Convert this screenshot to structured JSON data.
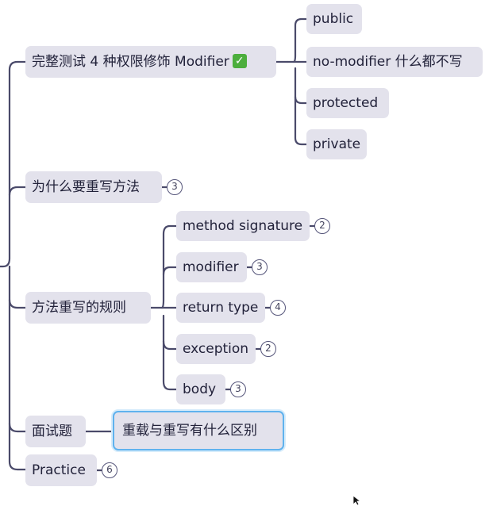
{
  "colors": {
    "connector": "#4a4a6a",
    "node_bg": "#e3e2ec",
    "selected_border": "#5fb2ee",
    "check_bg": "#4cae3d"
  },
  "nodes": {
    "full_test": {
      "label": "完整测试 4 种权限修饰 Modifier",
      "check_icon": "✓"
    },
    "public": "public",
    "no_modifier": "no-modifier 什么都不写",
    "protected": "protected",
    "private": "private",
    "why_override": {
      "label": "为什么要重写方法",
      "count": "3"
    },
    "override_rules": "方法重写的规则",
    "method_signature": {
      "label": "method signature",
      "count": "2"
    },
    "modifier": {
      "label": "modifier",
      "count": "3"
    },
    "return_type": {
      "label": "return type",
      "count": "4"
    },
    "exception": {
      "label": "exception",
      "count": "2"
    },
    "body": {
      "label": "body",
      "count": "3"
    },
    "interview": "面试题",
    "overload_vs_override": "重载与重写有什么区别",
    "practice": {
      "label": "Practice",
      "count": "6"
    }
  }
}
